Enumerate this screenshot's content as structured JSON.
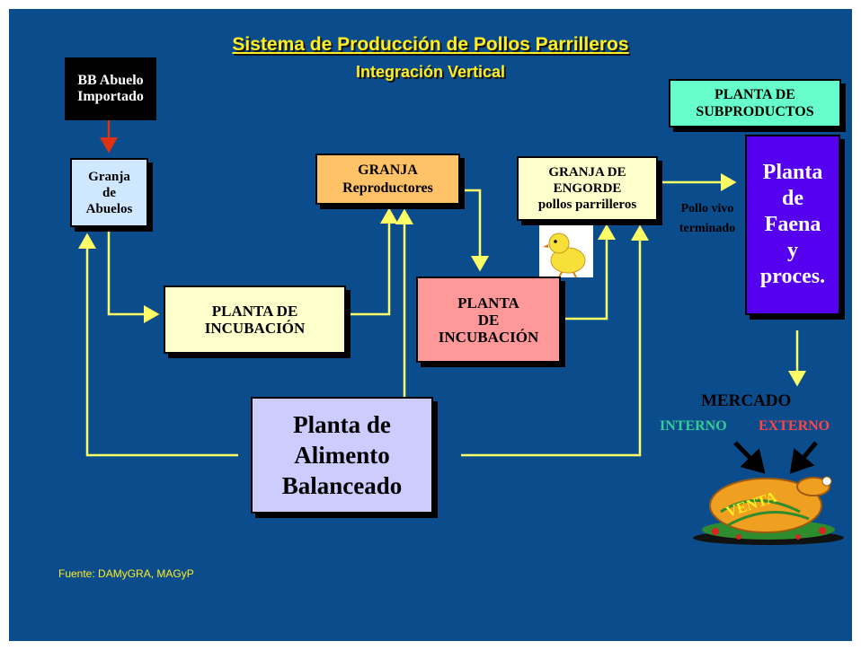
{
  "title": {
    "line1": "Sistema de Producción de Pollos Parrilleros",
    "line2": "Integración Vertical"
  },
  "nodes": {
    "bb_abuelo": "BB Abuelo\nImportado",
    "granja_abuelos": "Granja\nde\nAbuelos",
    "planta_incubacion_1": "PLANTA DE\nINCUBACIÓN",
    "granja_reproductores": "GRANJA\nReproductores",
    "planta_incubacion_2": "PLANTA\nDE\nINCUBACIÓN",
    "granja_engorde": "GRANJA DE\nENGORDE\npollos parrilleros",
    "planta_subproductos": "PLANTA DE\nSUBPRODUCTOS",
    "planta_faena": "Planta\nde\nFaena\ny\nproces.",
    "planta_alimento": "Planta de\nAlimento\nBalanceado"
  },
  "labels": {
    "pollo_vivo": "Pollo vivo\nterminado",
    "mercado": "MERCADO",
    "interno": "INTERNO",
    "externo": "EXTERNO",
    "venta": "VENTA"
  },
  "source": "Fuente: DAMyGRA, MAGyP",
  "colors": {
    "background": "#0b4d8c",
    "title": "#ffee22",
    "flow_line": "#ffff66",
    "red_arrow": "#dd3311",
    "interno": "#33cc99",
    "externo": "#ff4444",
    "faena": "#5500ee"
  },
  "icons": [
    "chick-icon",
    "roast-chicken-icon"
  ]
}
